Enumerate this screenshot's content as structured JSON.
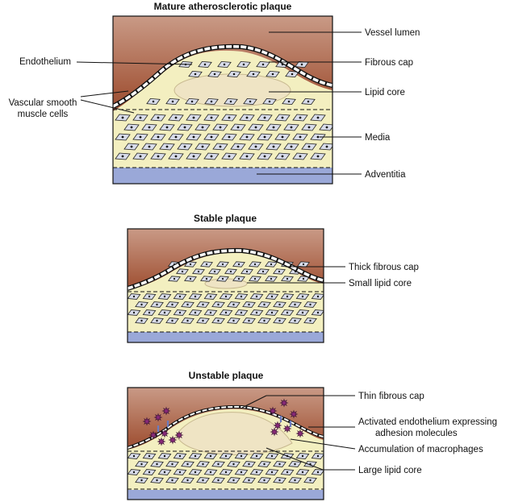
{
  "panels": [
    {
      "title": "Mature atherosclerotic plaque",
      "labels": {
        "vessel_lumen": "Vessel lumen",
        "endothelium": "Endothelium",
        "fibrous_cap": "Fibrous cap",
        "lipid_core": "Lipid core",
        "vsmc_line1": "Vascular smooth",
        "vsmc_line2": "muscle cells",
        "media": "Media",
        "adventitia": "Adventitia"
      }
    },
    {
      "title": "Stable plaque",
      "labels": {
        "thick_fibrous_cap": "Thick fibrous cap",
        "small_lipid_core": "Small lipid core"
      }
    },
    {
      "title": "Unstable plaque",
      "labels": {
        "thin_fibrous_cap": "Thin fibrous cap",
        "activated_endothelium_line1": "Activated endothelium expressing",
        "activated_endothelium_line2": "adhesion molecules",
        "macrophages": "Accumulation of macrophages",
        "large_lipid_core": "Large lipid core"
      }
    }
  ],
  "colors": {
    "lumen_top": "#9a4a30",
    "lumen_bottom": "#6e2414",
    "lumen_light": "#d9b8a8",
    "media": "#f3efc0",
    "adventitia": "#9aa8d8",
    "lipid": "#efe4c4",
    "cell_fill": "#d8dcea",
    "macrophage": "#8a2a7a"
  }
}
